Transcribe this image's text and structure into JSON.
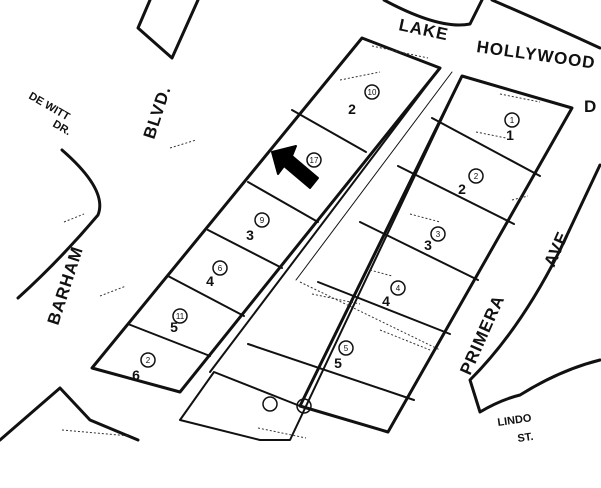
{
  "streets": {
    "lake": "LAKE",
    "hollywood": "HOLLYWOOD",
    "hollywood_suffix": "D",
    "blvd": "BLVD.",
    "barham": "BARHAM",
    "primera": "PRIMERA",
    "ave": "AVE.",
    "dewitt_1": "DE WITT",
    "dewitt_2": "DR.",
    "lindo_1": "LINDO",
    "lindo_2": "ST."
  },
  "west_block": {
    "lots": [
      {
        "lot": "2",
        "parcel": "10"
      },
      {
        "lot": "",
        "parcel": "17"
      },
      {
        "lot": "3",
        "parcel": "9"
      },
      {
        "lot": "4",
        "parcel": "6"
      },
      {
        "lot": "5",
        "parcel": "11"
      },
      {
        "lot": "6",
        "parcel": "2"
      }
    ]
  },
  "east_block": {
    "lots": [
      {
        "lot": "1",
        "parcel": "1"
      },
      {
        "lot": "2",
        "parcel": "2"
      },
      {
        "lot": "3",
        "parcel": "3"
      },
      {
        "lot": "4",
        "parcel": "4"
      },
      {
        "lot": "5",
        "parcel": "5"
      }
    ]
  },
  "colors": {
    "ink": "#111111",
    "paper": "#ffffff"
  },
  "icons": {
    "subject_marker": "arrow-pointer-icon"
  }
}
